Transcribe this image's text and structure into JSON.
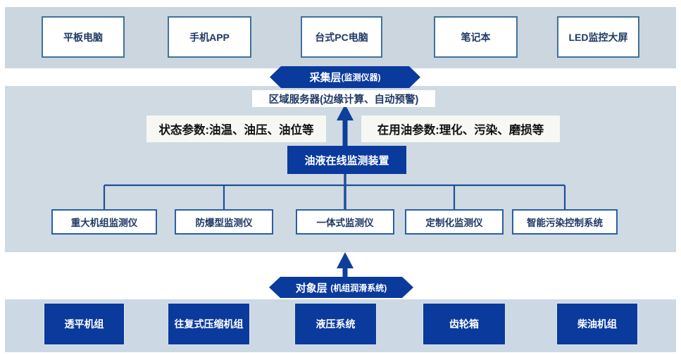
{
  "diagram": {
    "display_layer": {
      "items": [
        "平板电脑",
        "手机APP",
        "台式PC电脑",
        "笔记本",
        "LED监控大屏"
      ]
    },
    "collection_layer": {
      "title": "采集层",
      "subtitle": "(监测仪器)"
    },
    "edge_server": {
      "label": "区域服务器(边缘计算、自动预警)"
    },
    "status_params": {
      "label": "状态参数:油温、油压、油位等"
    },
    "oil_params": {
      "label": "在用油参数:理化、污染、磨损等"
    },
    "monitor_device": {
      "label": "油液在线监测装置"
    },
    "monitors": {
      "items": [
        "重大机组监测仪",
        "防爆型监测仪",
        "一体式监测仪",
        "定制化监测仪",
        "智能污染控制系统"
      ]
    },
    "object_layer": {
      "title": "对象层",
      "subtitle": "(机组润滑系统)"
    },
    "equipment": {
      "items": [
        "透平机组",
        "往复式压缩机组",
        "液压系统",
        "齿轮箱",
        "柴油机组"
      ]
    }
  },
  "colors": {
    "dark_blue": "#0a3a9c",
    "band_top": "#cbd6df",
    "band_middle": "#cfdae3",
    "band_bottom": "#ccd9e4",
    "connector": "#1f4e9b",
    "white_box_border": "#41719c",
    "navy_text": "#1f3864",
    "param_label_bg": "#f7f7f4"
  }
}
